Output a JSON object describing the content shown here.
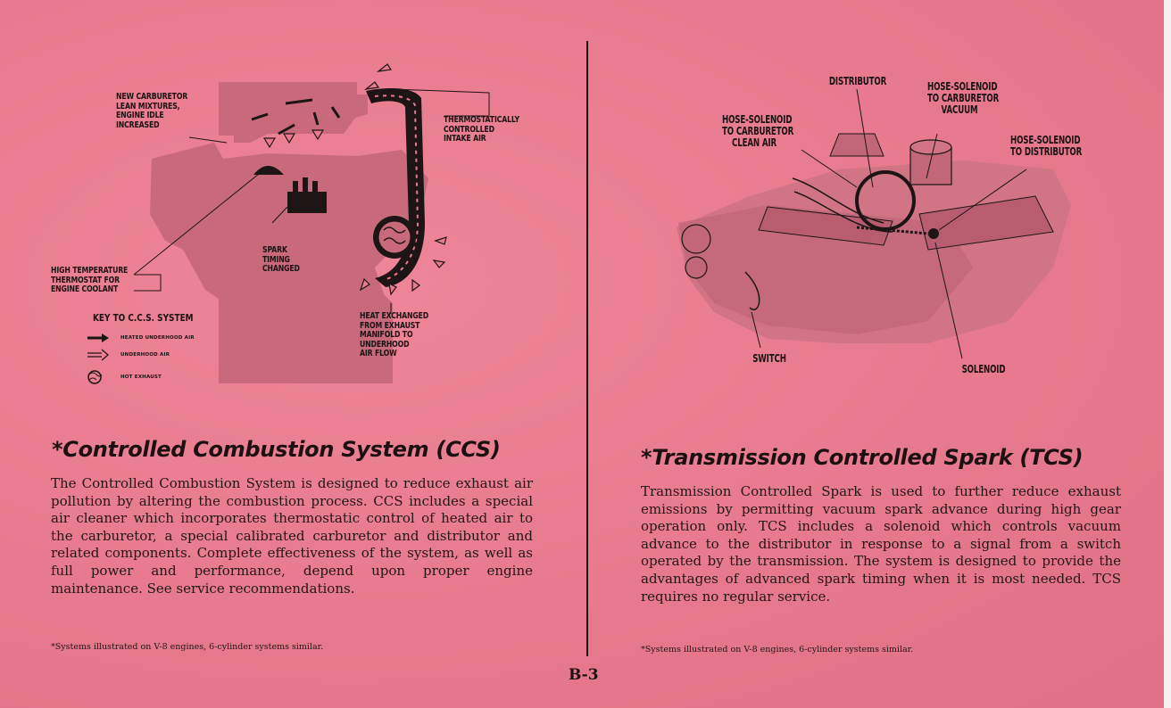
{
  "left": {
    "diagram_labels": {
      "new_carburetor": "NEW CARBURETOR\nLEAN MIXTURES,\nENGINE IDLE\nINCREASED",
      "thermostatic": "THERMOSTATICALLY\nCONTROLLED\nINTAKE AIR",
      "spark_timing": "SPARK\nTIMING\nCHANGED",
      "high_temp": "HIGH TEMPERATURE\nTHERMOSTAT FOR\nENGINE COOLANT",
      "heat_exchanged": "HEAT EXCHANGED\nFROM EXHAUST\nMANIFOLD TO\nUNDERHOOD\nAIR FLOW"
    },
    "key": {
      "title": "KEY TO C.C.S. SYSTEM",
      "items": [
        "HEATED UNDERHOOD AIR",
        "UNDERHOOD AIR",
        "HOT EXHAUST"
      ]
    },
    "heading": "*Controlled Combustion System (CCS)",
    "body": "The Controlled Combustion System is designed to reduce exhaust air pollution by altering the combustion process. CCS includes a special air cleaner which incorporates thermostatic control of heated air to the carburetor, a special calibrated carburetor and distributor and related components. Complete effectiveness of the system, as well as full power and performance, depend upon proper engine maintenance. See service recommendations.",
    "footnote": "*Systems illustrated on V-8 engines, 6-cylinder systems similar."
  },
  "right": {
    "diagram_labels": {
      "distributor": "DISTRIBUTOR",
      "hose_vacuum": "HOSE-SOLENOID\nTO CARBURETOR\nVACUUM",
      "hose_clean_air": "HOSE-SOLENOID\nTO CARBURETOR\nCLEAN AIR",
      "hose_distributor": "HOSE-SOLENOID\nTO DISTRIBUTOR",
      "switch": "SWITCH",
      "solenoid": "SOLENOID"
    },
    "heading": "*Transmission Controlled Spark (TCS)",
    "body": "Transmission Controlled Spark is used to further reduce exhaust emissions by permitting vacuum spark advance during high gear operation only. TCS includes a solenoid which controls vacuum advance to the distributor in response to a signal from a switch operated by the transmission. The system is designed to provide the advantages of advanced spark timing when it is most needed. TCS requires no regular service.",
    "footnote": "*Systems illustrated on V-8 engines, 6-cylinder systems similar."
  },
  "page_number": "B-3",
  "colors": {
    "page": "#e97b8f",
    "ink": "#1d1012",
    "shade": "#c86a7c"
  }
}
